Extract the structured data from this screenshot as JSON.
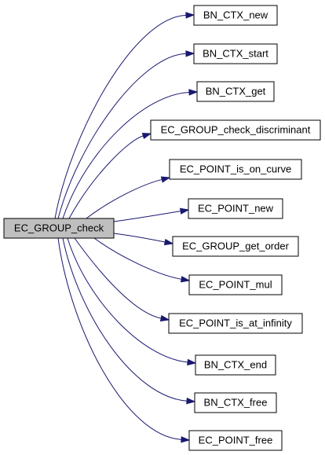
{
  "graph": {
    "root": "EC_GROUP_check",
    "callees": [
      "BN_CTX_new",
      "BN_CTX_start",
      "BN_CTX_get",
      "EC_GROUP_check_discriminant",
      "EC_POINT_is_on_curve",
      "EC_POINT_new",
      "EC_GROUP_get_order",
      "EC_POINT_mul",
      "EC_POINT_is_at_infinity",
      "BN_CTX_end",
      "BN_CTX_free",
      "EC_POINT_free"
    ],
    "colors": {
      "edge": "#191970",
      "root_fill": "#bfbfbf",
      "node_fill": "#ffffff",
      "node_stroke": "#000000"
    }
  }
}
